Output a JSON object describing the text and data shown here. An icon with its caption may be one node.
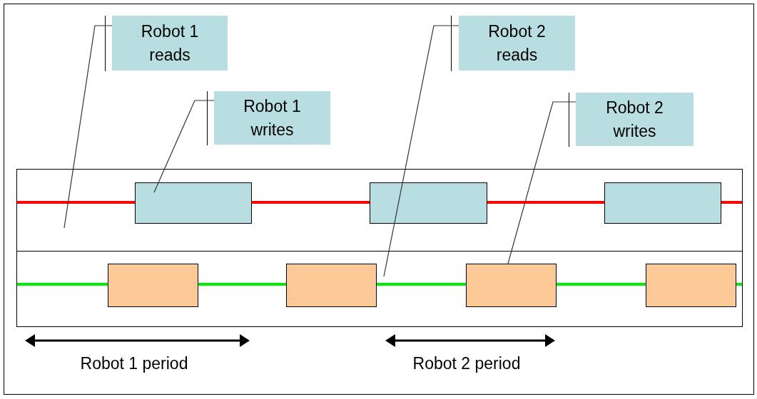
{
  "diagram": {
    "nodes": [
      {
        "text": [
          "Robot 1 reads"
        ]
      },
      {
        "text": [
          "Robot 1 writes"
        ]
      },
      {
        "text": [
          "Robot 2 reads"
        ]
      },
      {
        "text": [
          "Robot 2 writes"
        ]
      },
      {
        "text": [],
        "shape": "box"
      },
      {
        "text": [],
        "shape": "box",
        "in": 4
      },
      {
        "text": [],
        "shape": "box",
        "in": 4
      },
      {
        "text": [],
        "shape": "box",
        "in": 4
      },
      {
        "text": [],
        "shape": "box"
      },
      {
        "text": [],
        "shape": "box",
        "in": 8
      },
      {
        "text": [],
        "shape": "box",
        "in": 8
      },
      {
        "text": [],
        "shape": "box",
        "in": 8
      },
      {
        "text": [],
        "shape": "box",
        "in": 8
      }
    ],
    "edges": [
      {
        "from": 0,
        "to": 4,
        "arrow": "none"
      },
      {
        "from": 1,
        "to": 5,
        "arrow": "none"
      },
      {
        "from": 2,
        "to": 8,
        "arrow": "none"
      },
      {
        "from": 3,
        "to": 11,
        "arrow": "none"
      }
    ],
    "labels": [
      "Robot 1 period",
      "Robot 2 period"
    ]
  }
}
